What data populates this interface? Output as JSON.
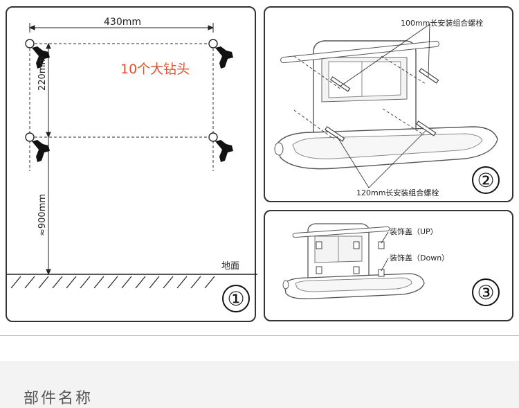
{
  "panel1": {
    "width_label": "430mm",
    "height_label": "220mm",
    "floor_height_label": "≈900mm",
    "drill_note": "10个大钻头",
    "floor_label": "地面",
    "step": "①",
    "note_color": "#e0512b"
  },
  "panel2": {
    "bolt_top_label": "100mm长安装组合螺栓",
    "bolt_bottom_label": "120mm长安装组合螺栓",
    "step": "②"
  },
  "panel3": {
    "cap_up_label": "装饰盖（UP）",
    "cap_down_label": "装饰盖（Down）",
    "step": "③"
  },
  "bottom": {
    "section_title": "部件名称"
  }
}
